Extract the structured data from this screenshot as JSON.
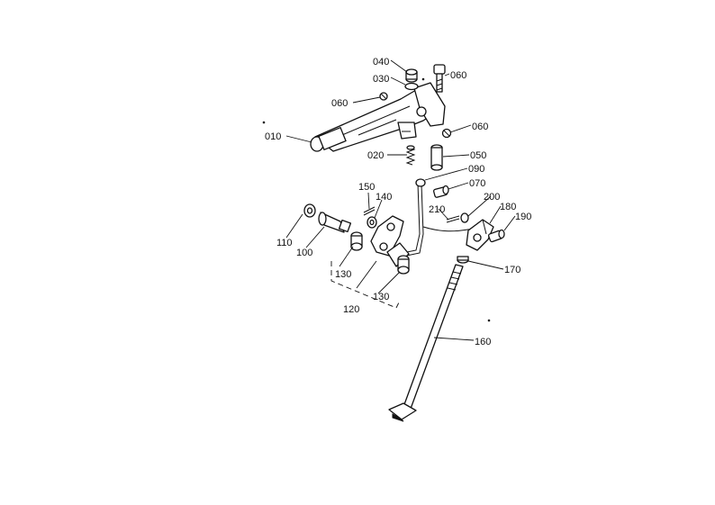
{
  "labels": {
    "p010": "010",
    "p020": "020",
    "p030": "030",
    "p040": "040",
    "p050": "050",
    "p060a": "060",
    "p060b": "060",
    "p060c": "060",
    "p070": "070",
    "p090": "090",
    "p100": "100",
    "p110": "110",
    "p120": "120",
    "p130a": "130",
    "p130b": "130",
    "p140": "140",
    "p150": "150",
    "p160": "160",
    "p170": "170",
    "p180": "180",
    "p190": "190",
    "p200": "200",
    "p210": "210"
  }
}
